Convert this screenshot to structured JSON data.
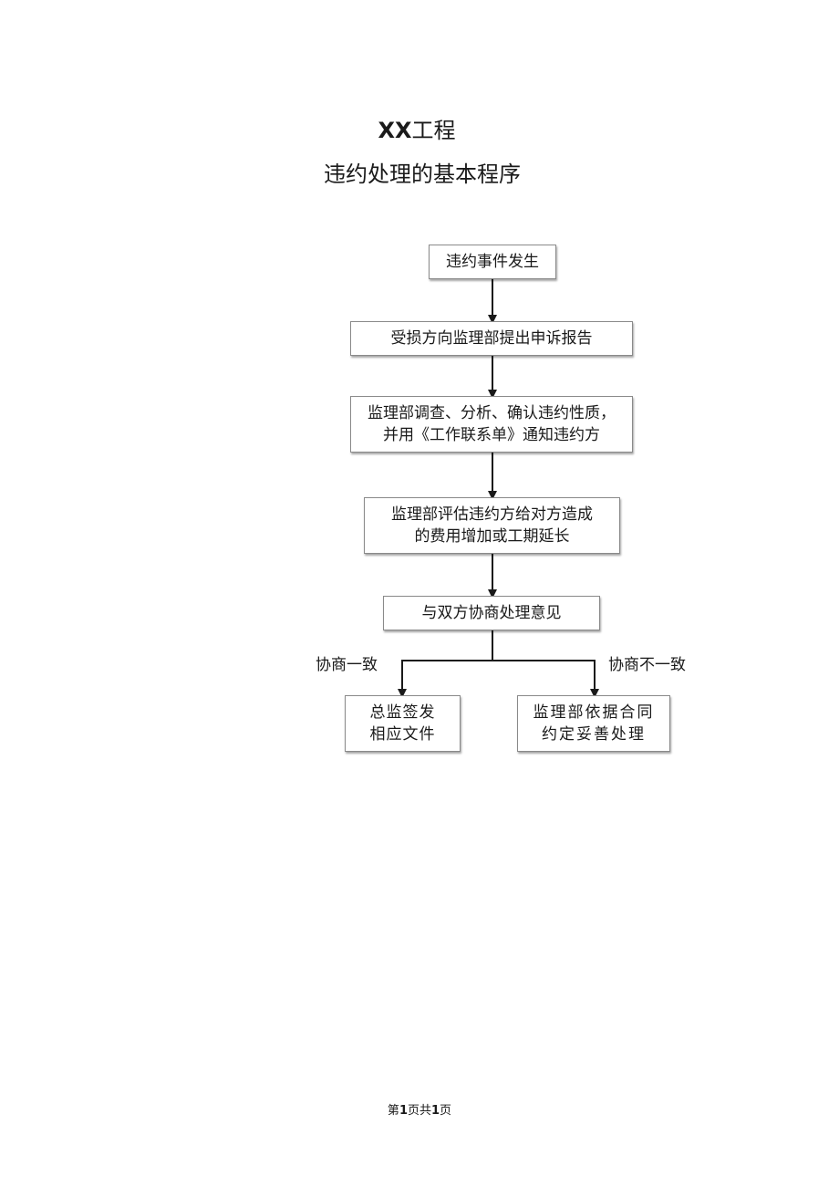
{
  "header": {
    "title_prefix": "XX",
    "title_suffix": "工程",
    "subtitle": "违约处理的基本程序"
  },
  "flowchart": {
    "steps": [
      {
        "lines": [
          "违约事件发生"
        ]
      },
      {
        "lines": [
          "受损方向监理部提出申诉报告"
        ]
      },
      {
        "lines": [
          "监理部调查、分析、确认违约性质，",
          "并用《工作联系单》通知违约方"
        ]
      },
      {
        "lines": [
          "监理部评估违约方给对方造成",
          "的费用增加或工期延长"
        ]
      },
      {
        "lines": [
          "与双方协商处理意见"
        ]
      },
      {
        "lines": [
          "总监签发",
          "相应文件"
        ]
      },
      {
        "lines": [
          "监理部依据合同",
          "约定妥善处理"
        ]
      }
    ],
    "branches": {
      "left_label": "协商一致",
      "right_label": "协商不一致"
    }
  },
  "footer": {
    "page_prefix": "第",
    "page_current": "1",
    "page_middle": "页共",
    "page_total": "1",
    "page_suffix": "页"
  }
}
